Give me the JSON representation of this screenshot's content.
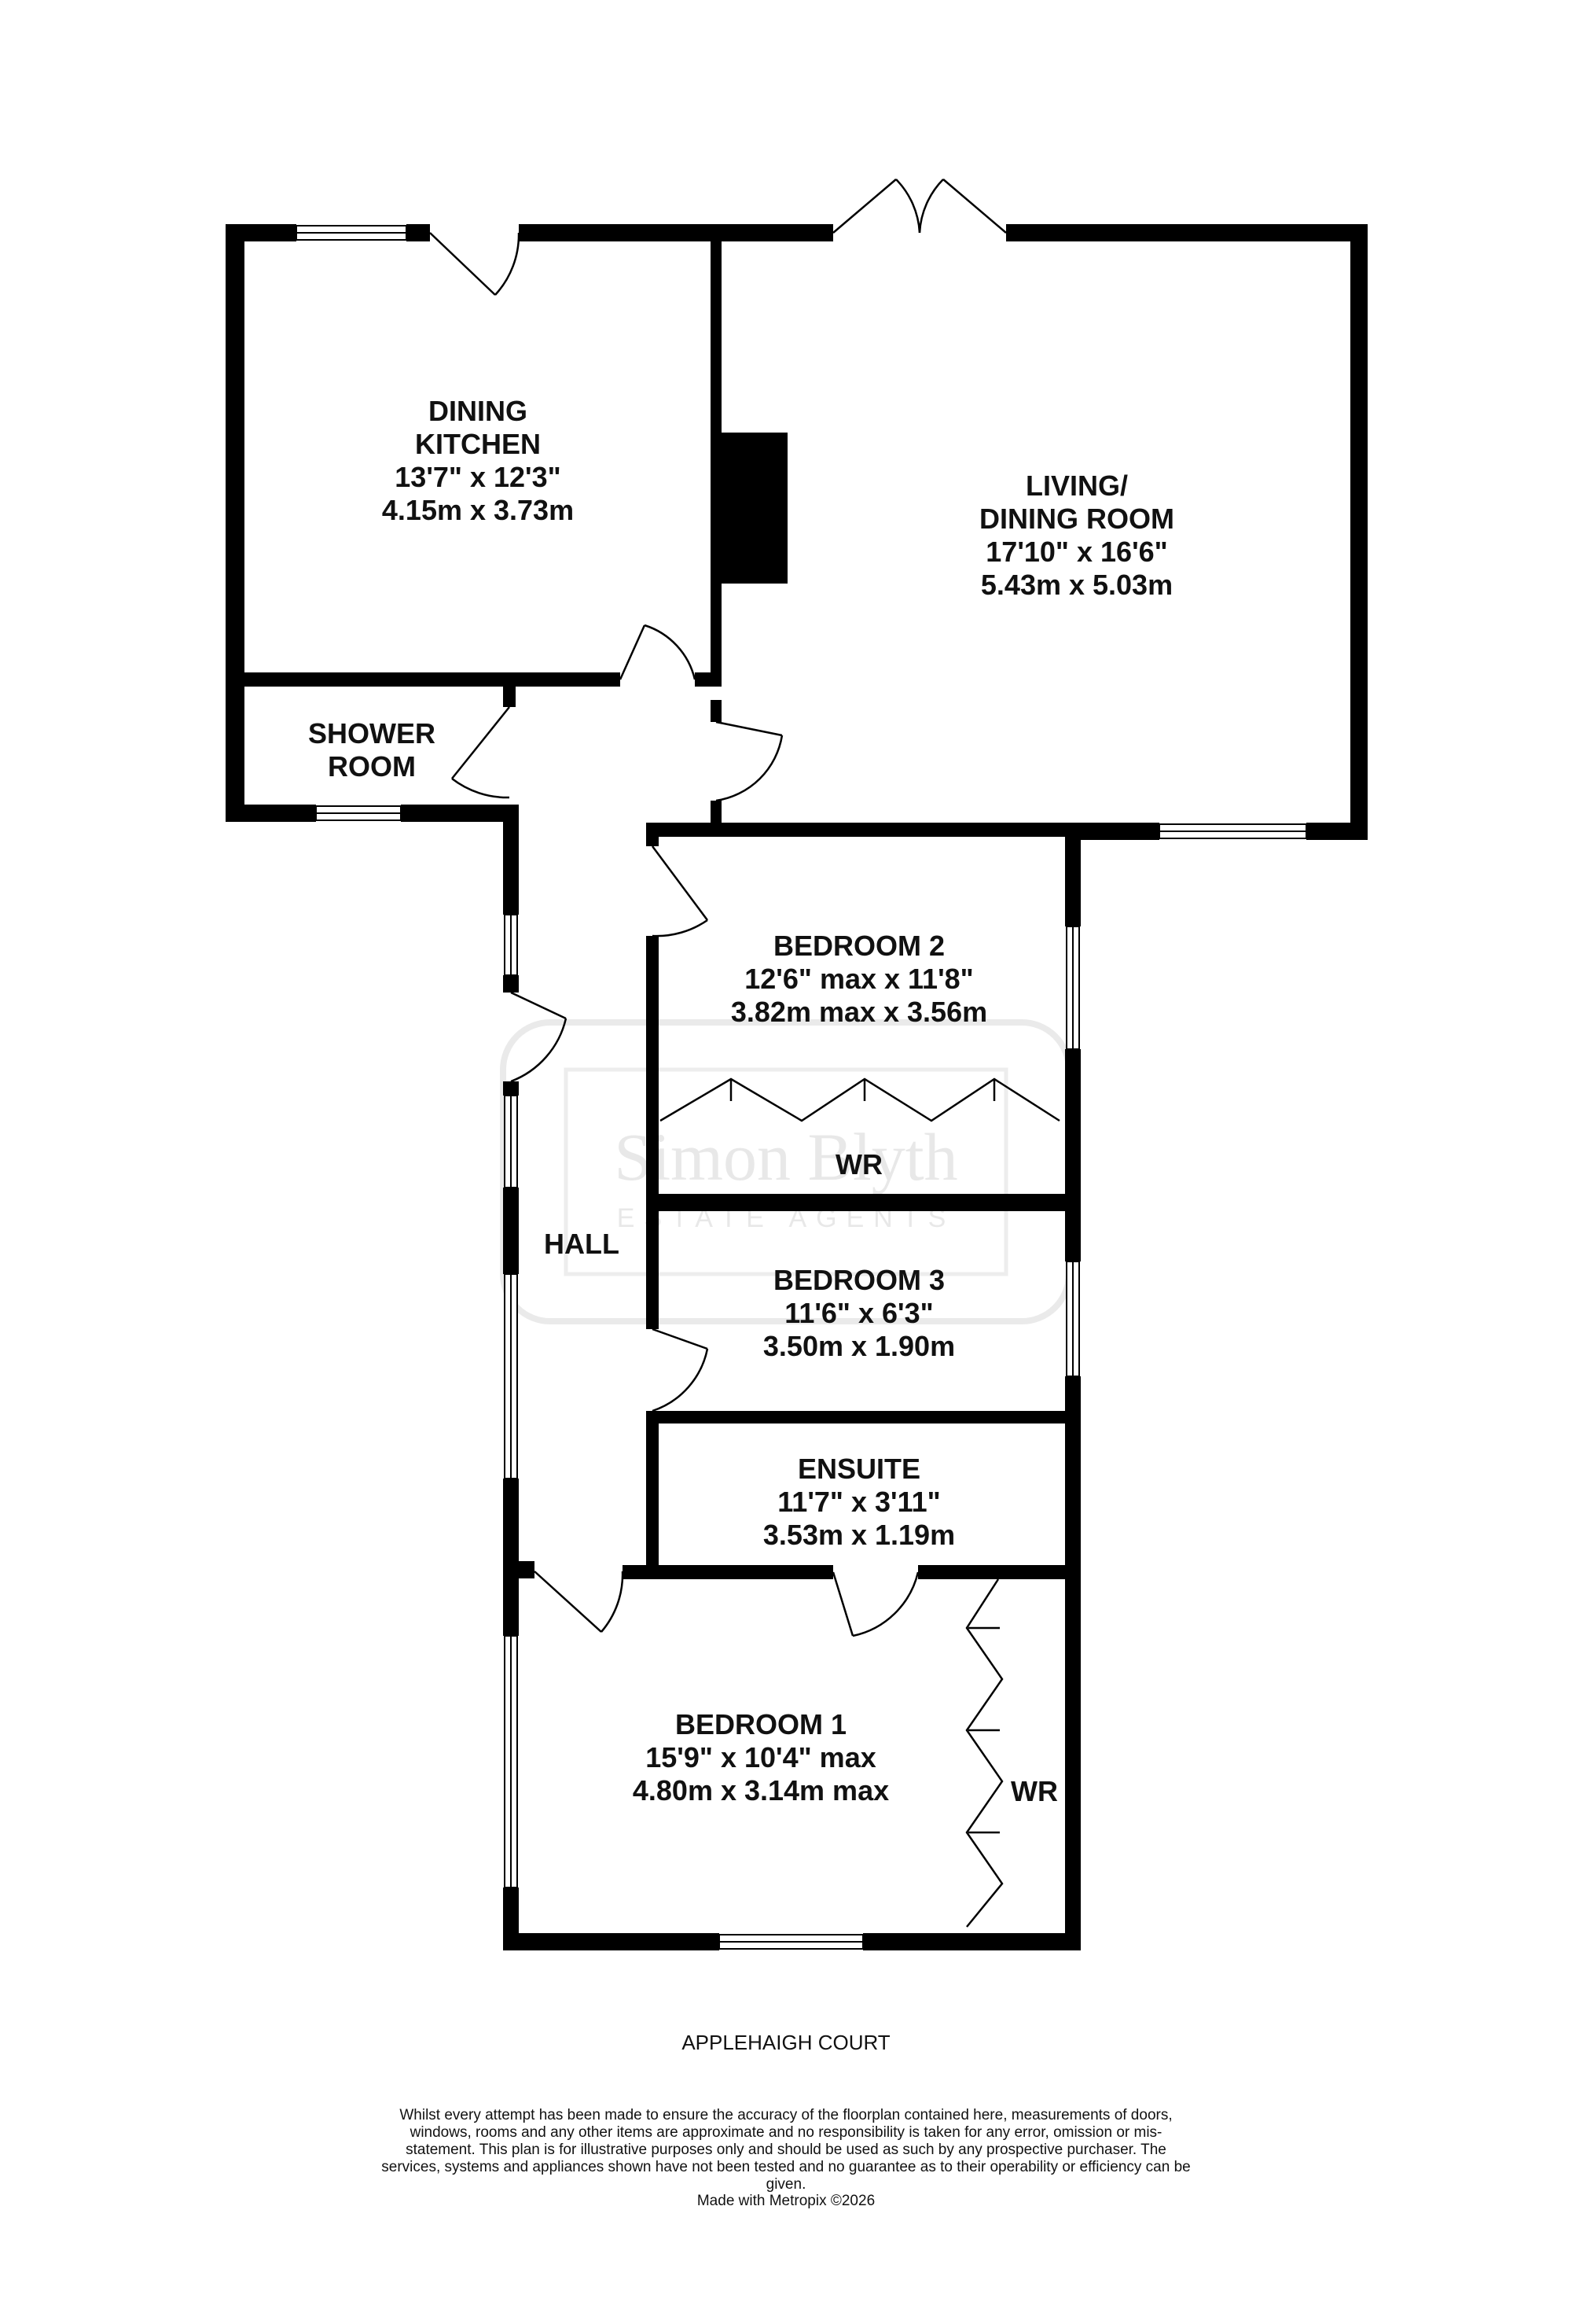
{
  "rooms": {
    "dining_kitchen": {
      "name_line1": "DINING",
      "name_line2": "KITCHEN",
      "imperial": "13'7\"  x 12'3\"",
      "metric": "4.15m  x 3.73m"
    },
    "living_dining": {
      "name_line1": "LIVING/",
      "name_line2": "DINING ROOM",
      "imperial": "17'10\"  x 16'6\"",
      "metric": "5.43m  x 5.03m"
    },
    "shower_room": {
      "name_line1": "SHOWER",
      "name_line2": "ROOM"
    },
    "bedroom2": {
      "name": "BEDROOM 2",
      "imperial": "12'6\" max x 11'8\"",
      "metric": "3.82m max x 3.56m"
    },
    "bedroom2_wardrobe": {
      "name": "WR"
    },
    "hall": {
      "name": "HALL"
    },
    "bedroom3": {
      "name": "BEDROOM 3",
      "imperial": "11'6\"  x 6'3\"",
      "metric": "3.50m  x 1.90m"
    },
    "ensuite": {
      "name": "ENSUITE",
      "imperial": "11'7\"  x 3'11\"",
      "metric": "3.53m  x 1.19m"
    },
    "bedroom1": {
      "name": "BEDROOM 1",
      "imperial": "15'9\"  x 10'4\" max",
      "metric": "4.80m  x 3.14m max"
    },
    "bedroom1_wardrobe": {
      "name": "WR"
    }
  },
  "watermark": {
    "line1": "Simon Blyth",
    "line2": "ESTATE AGENTS"
  },
  "caption": "APPLEHAIGH COURT",
  "disclaimer": "Whilst every attempt has been made to ensure the accuracy of the floorplan contained here, measurements of doors, windows, rooms and any other items are approximate and no responsibility is taken for any error, omission or mis-statement. This plan is for illustrative purposes only and should be used as such by any prospective purchaser. The services, systems and appliances shown have not been tested and no guarantee as to their operability or efficiency can be given.",
  "credit": "Made with Metropix ©2026",
  "colors": {
    "wall": "#000000",
    "background": "#ffffff",
    "watermark": "#e3e3e3"
  }
}
